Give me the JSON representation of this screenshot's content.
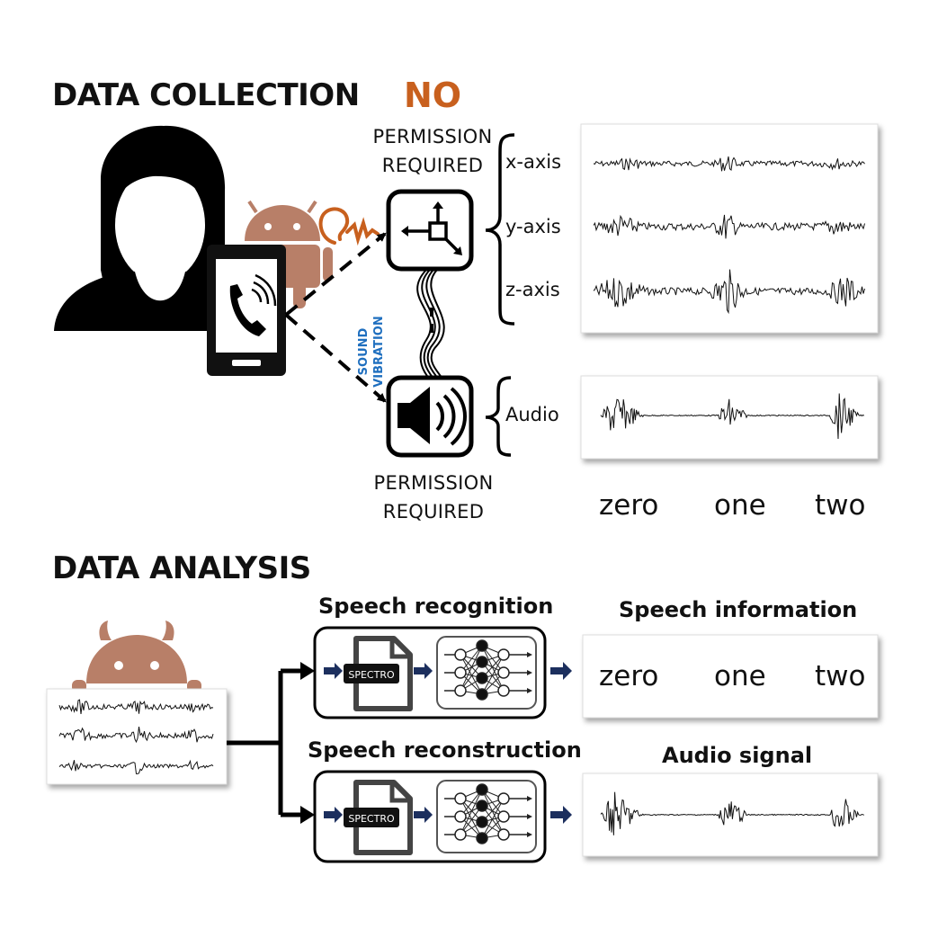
{
  "collection": {
    "heading": "DATA COLLECTION",
    "no_label": "NO",
    "top_permission": [
      "PERMISSION",
      "REQUIRED"
    ],
    "bottom_permission": [
      "PERMISSION",
      "REQUIRED"
    ],
    "axes": [
      "x-axis",
      "y-axis",
      "z-axis"
    ],
    "audio_label": "Audio",
    "vibration_label": [
      "SOUND",
      "VIBRATION"
    ],
    "words": [
      "zero",
      "one",
      "two"
    ]
  },
  "analysis": {
    "heading": "DATA ANALYSIS",
    "speech_recognition": "Speech recognition",
    "speech_reconstruction": "Speech reconstruction",
    "speech_information": "Speech information",
    "audio_signal": "Audio signal",
    "spectro_label": "SPECTRO",
    "words": [
      "zero",
      "one",
      "two"
    ]
  },
  "colors": {
    "accent_orange": "#c8601e",
    "android_brown": "#b87f68",
    "vibration_blue": "#1f6fbf",
    "arrow_navy": "#1c2f5e"
  },
  "icons": [
    "person-icon",
    "android-icon",
    "ear-icon",
    "phone-call-icon",
    "accelerometer-icon",
    "speaker-icon",
    "spectrogram-file-icon",
    "neural-network-icon"
  ]
}
